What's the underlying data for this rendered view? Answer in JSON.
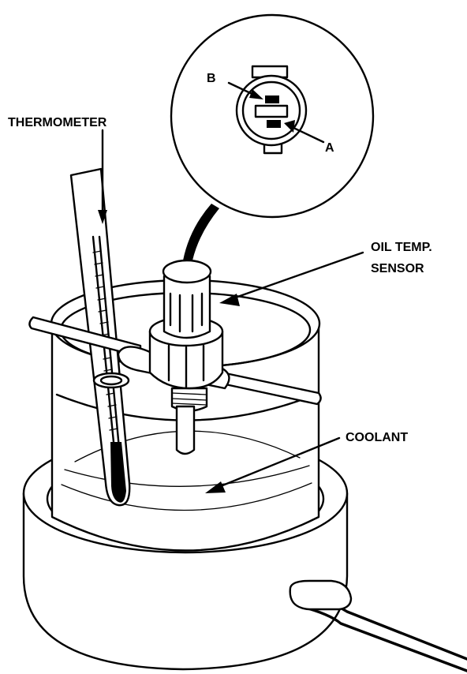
{
  "labels": {
    "thermometer": "THERMOMETER",
    "oil_temp_sensor_line1": "OIL TEMP.",
    "oil_temp_sensor_line2": "SENSOR",
    "coolant": "COOLANT",
    "terminal_a": "A",
    "terminal_b": "B"
  },
  "colors": {
    "ink": "#000000",
    "paper": "#ffffff"
  }
}
